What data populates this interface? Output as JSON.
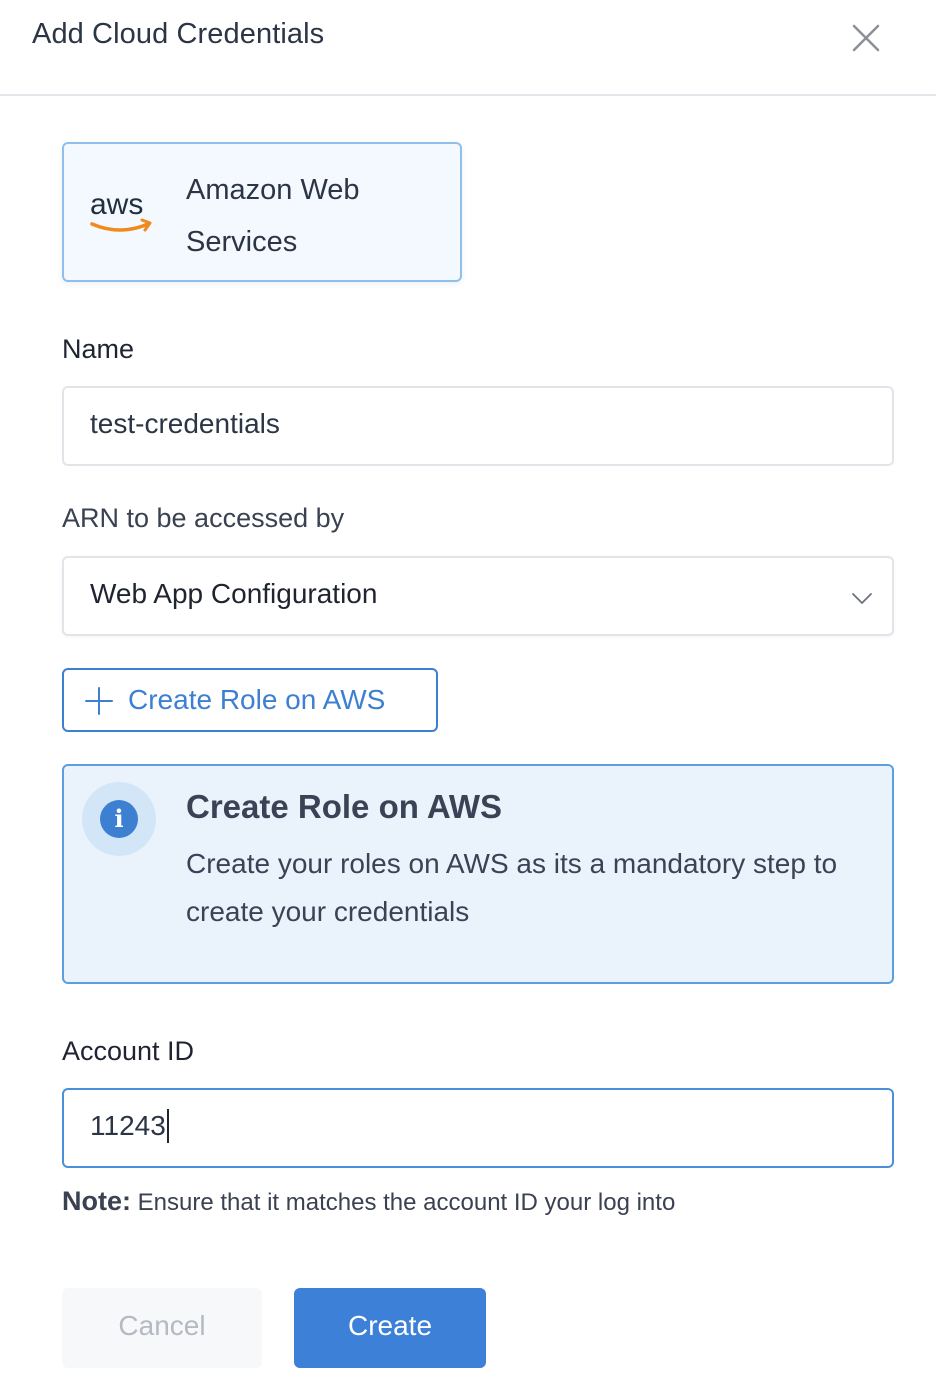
{
  "dialog": {
    "title": "Add Cloud Credentials"
  },
  "provider": {
    "name": "Amazon Web Services",
    "logo_text": "aws",
    "logo_icon": "aws-logo-icon"
  },
  "name_field": {
    "label": "Name",
    "value": "test-credentials"
  },
  "arn_field": {
    "label": "ARN to be accessed by",
    "selected": "Web App Configuration"
  },
  "create_role_button": {
    "label": "Create Role on AWS"
  },
  "info": {
    "title": "Create Role on AWS",
    "body": "Create your roles on AWS as its a mandatory step to create your credentials"
  },
  "account_id_field": {
    "label": "Account ID",
    "value": "11243"
  },
  "note": {
    "prefix": "Note:",
    "text": "Ensure that it matches the account ID your log into"
  },
  "actions": {
    "cancel_label": "Cancel",
    "create_label": "Create"
  },
  "colors": {
    "accent": "#3d80d8",
    "info_bg": "#eaf3fc",
    "aws_orange": "#f08a1c"
  }
}
